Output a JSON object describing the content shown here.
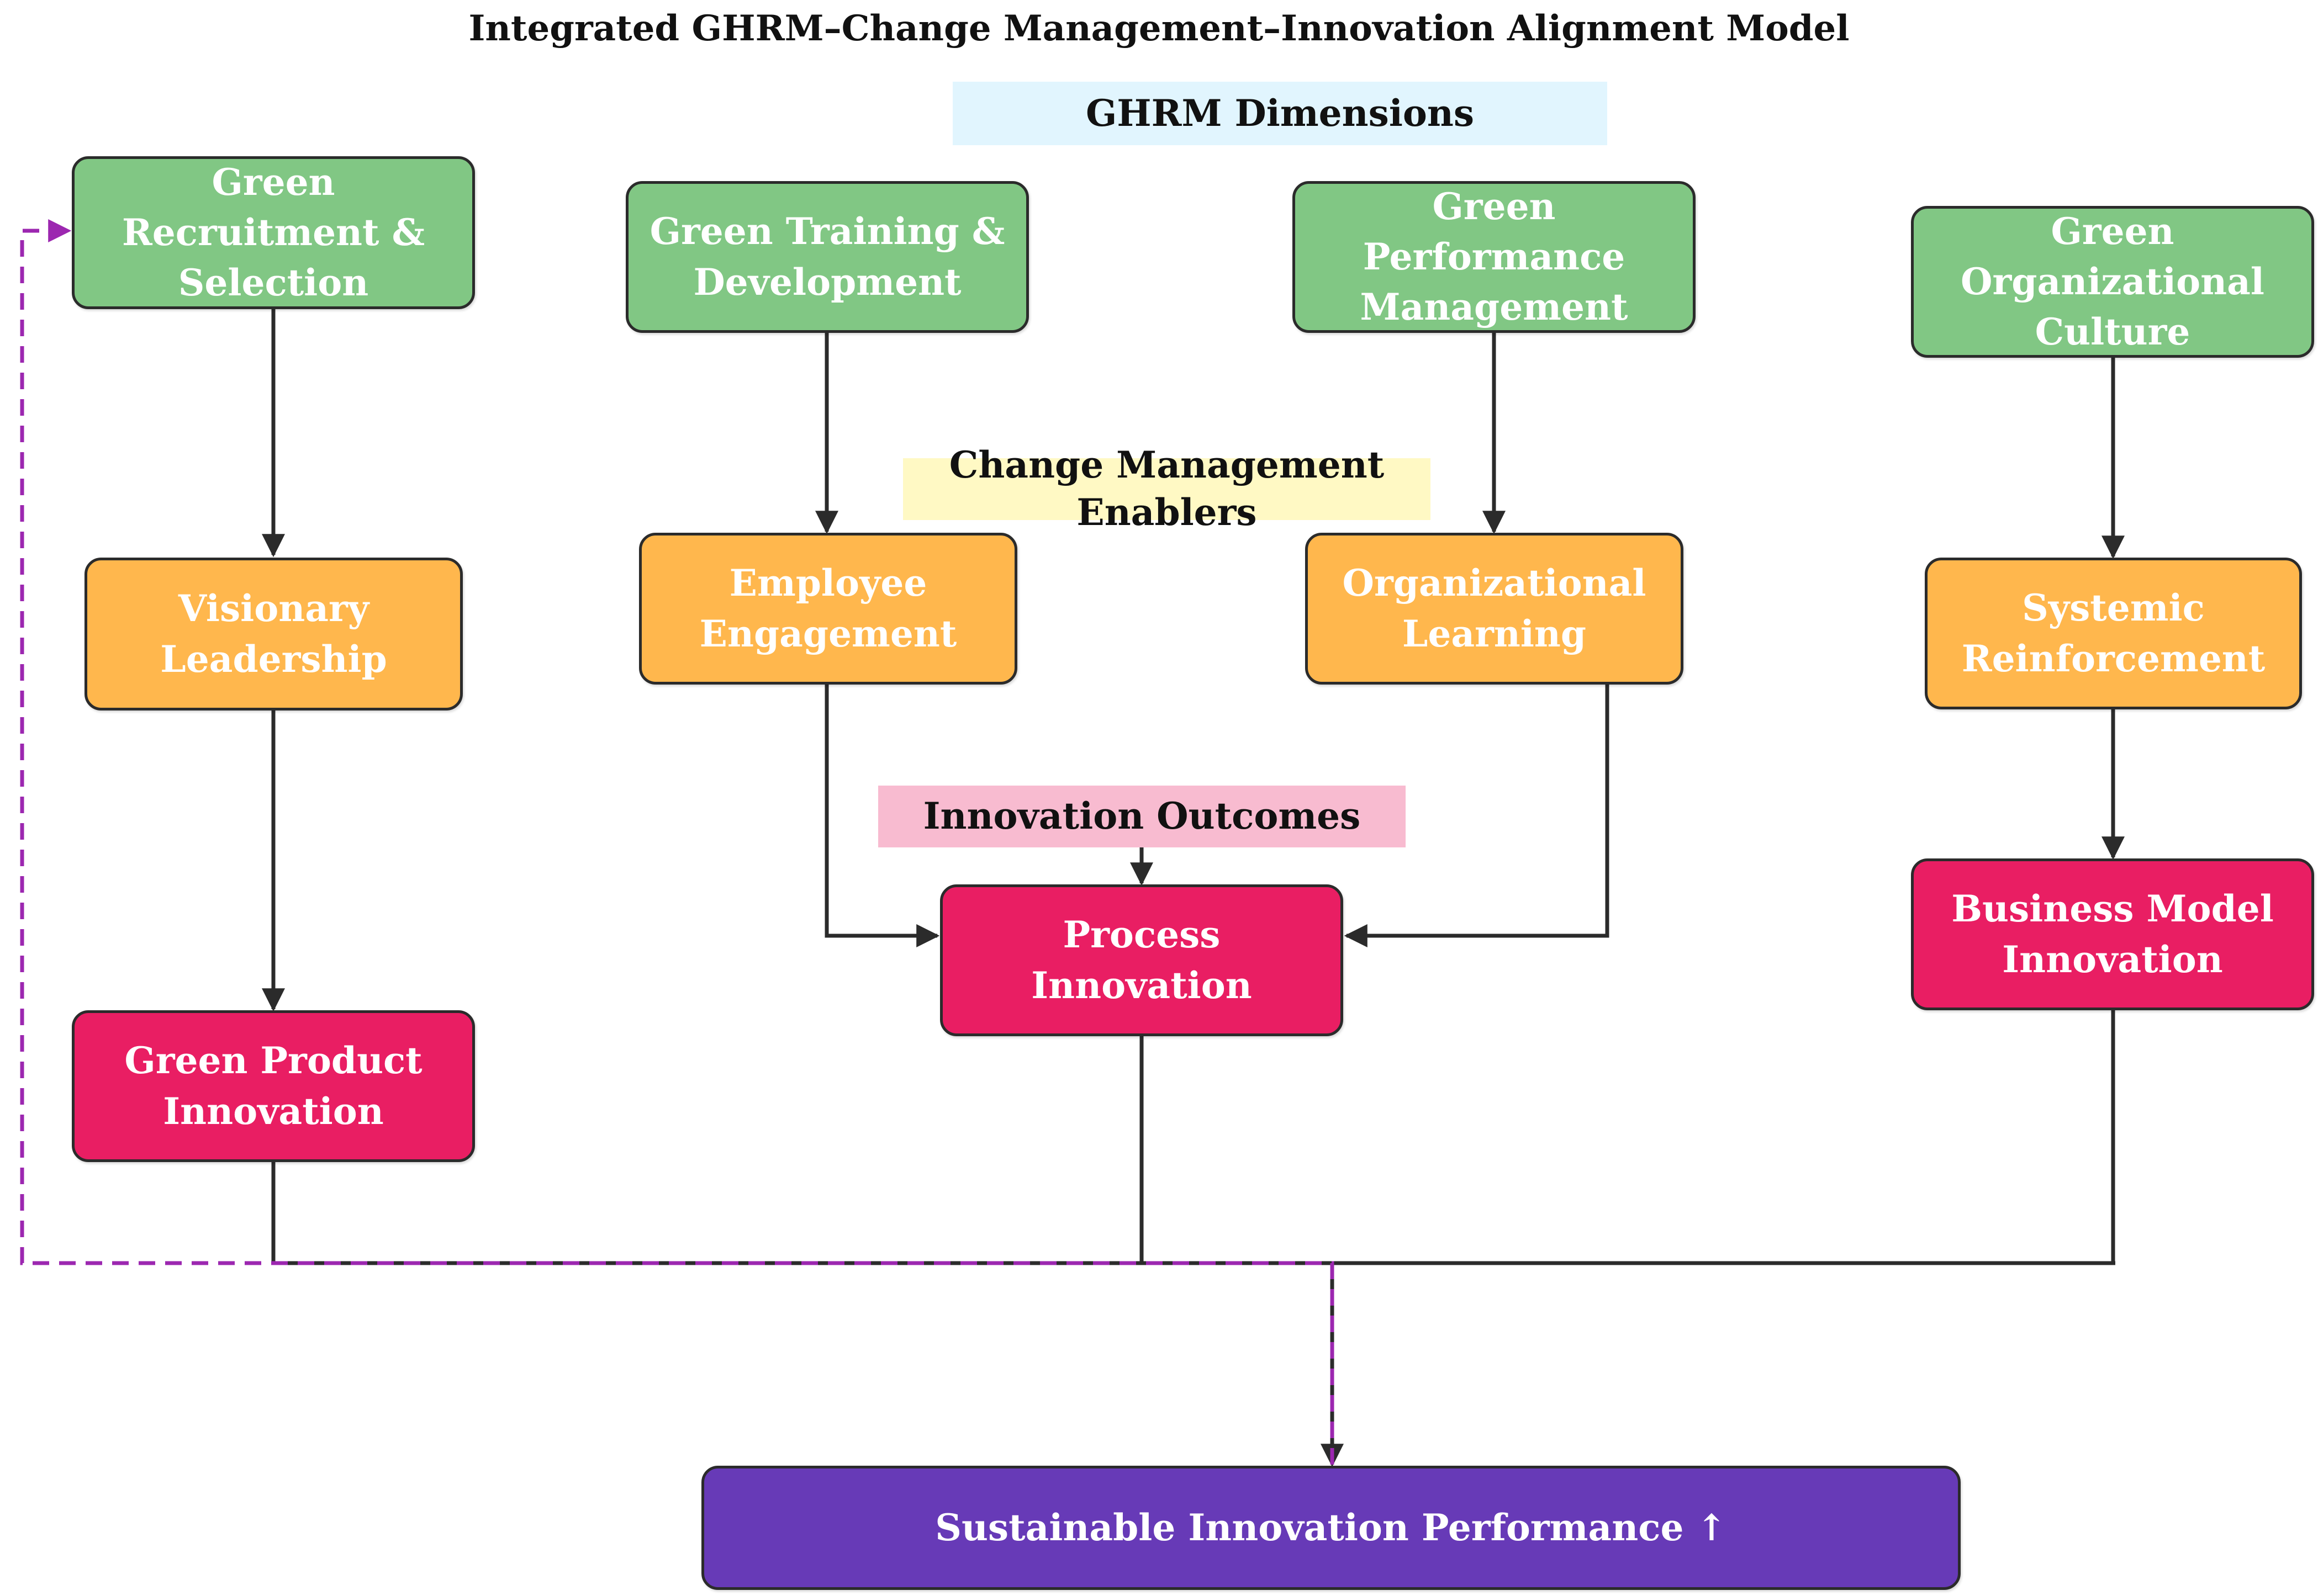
{
  "title": "Integrated GHRM–Change Management–Innovation Alignment Model",
  "bands": {
    "ghrm": "GHRM Dimensions",
    "change": "Change Management\nEnablers",
    "innovation": "Innovation Outcomes"
  },
  "colors": {
    "ghrm_band": "#e1f5fe",
    "change_band": "#fff9c4",
    "innovation_band": "#f8bbd0",
    "ghrm_node": "#81c784",
    "change_node": "#ffb74d",
    "innovation_node": "#e91e63",
    "outcome_node": "#673ab7",
    "feedback_line": "#9c27b0",
    "edge": "#2b2b2b"
  },
  "nodes": {
    "recruitment": "Green Recruitment &\nSelection",
    "training": "Green Training &\nDevelopment",
    "performance": "Green Performance\nManagement",
    "culture": "Green Organizational\nCulture",
    "leadership": "Visionary Leadership",
    "engagement": "Employee\nEngagement",
    "learning": "Organizational\nLearning",
    "reinforcement": "Systemic\nReinforcement",
    "product": "Green Product\nInnovation",
    "process": "Process Innovation",
    "business": "Business Model\nInnovation",
    "outcome": "Sustainable Innovation Performance ↑"
  },
  "edges": [
    [
      "recruitment",
      "leadership"
    ],
    [
      "training",
      "engagement"
    ],
    [
      "performance",
      "learning"
    ],
    [
      "culture",
      "reinforcement"
    ],
    [
      "leadership",
      "product"
    ],
    [
      "engagement",
      "process"
    ],
    [
      "learning",
      "process"
    ],
    [
      "innovation-band",
      "process"
    ],
    [
      "reinforcement",
      "business"
    ],
    [
      "product",
      "outcome"
    ],
    [
      "process",
      "outcome"
    ],
    [
      "business",
      "outcome"
    ]
  ],
  "feedback": [
    "outcome",
    "recruitment"
  ]
}
